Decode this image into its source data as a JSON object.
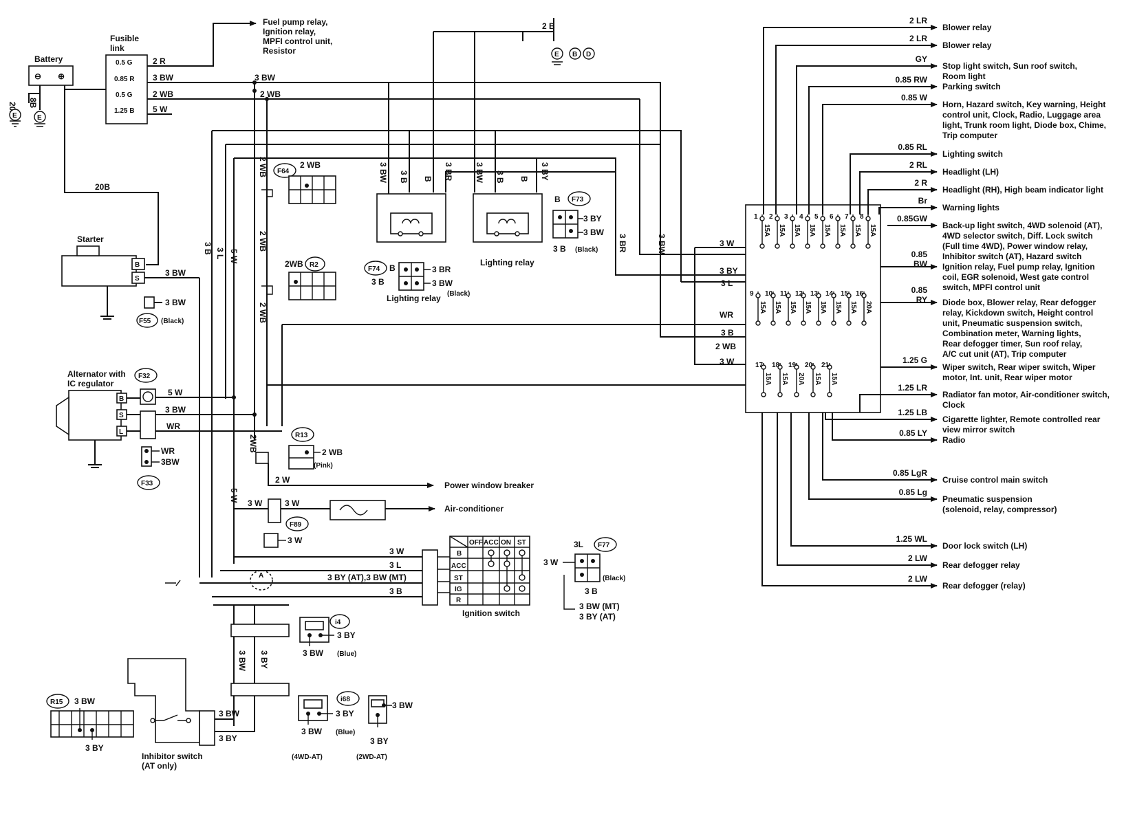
{
  "battery": {
    "title": "Battery",
    "neg": "⊖",
    "pos": "⊕",
    "ground_left": "20B",
    "ground_right": "8B",
    "ground_tag": "E"
  },
  "fusible": {
    "title": "Fusible\nlink",
    "rows": [
      "0.5 G",
      "0.85 R",
      "0.5 G",
      "1.25 B"
    ],
    "outs": [
      "2 R",
      "3 BW",
      "2 WB",
      "5 W"
    ]
  },
  "fuel_dest": "Fuel pump relay,\nIgnition relay,\nMPFI control unit,\nResistor",
  "top": {
    "w_2b": "2 B",
    "grounds": [
      "E",
      "B",
      "D"
    ],
    "w_3bw": "3 BW",
    "w_2wb": "2 WB"
  },
  "wire_20b": "20B",
  "starter": {
    "title": "Starter",
    "b": "B",
    "s": "S",
    "out": "3 BW",
    "f55_wire": "3 BW",
    "f55": "F55",
    "f55_note": "(Black)"
  },
  "vertical": {
    "v_3b": "3 B",
    "v_3l": "3 L",
    "v_5w": "5 W",
    "v_2wb": "2 WB",
    "v_2wb2": "2 WB",
    "v_2wb3": "2 WB",
    "v_5w2": "5 W",
    "v_2wb_low": "2WB"
  },
  "f64": {
    "tag": "F64",
    "wire": "2 WB"
  },
  "r2": {
    "tag": "R2",
    "wire": "2WB"
  },
  "relay1": {
    "w1": "3 BW",
    "w2": "3 B",
    "w3": "B",
    "w4": "3 BR"
  },
  "relay2": {
    "w1": "3 BW",
    "w2": "3 B",
    "w3": "B",
    "w4": "3 BY",
    "title": "Lighting relay"
  },
  "f73": {
    "tag": "F73",
    "b": "B",
    "w1": "3 BY",
    "w2": "3 BW",
    "w3": "3 B",
    "note": "(Black)"
  },
  "f74": {
    "tag": "F74",
    "b": "B",
    "wb": "3 B",
    "w1": "3 BR",
    "w2": "3 BW",
    "title": "Lighting relay",
    "note": "(Black)"
  },
  "mid": {
    "v_3br": "3 BR",
    "v_3bw": "3 BW"
  },
  "alternator": {
    "title": "Alternator with\nIC regulator",
    "f32": "F32",
    "b": "B",
    "s": "S",
    "l": "L",
    "w1": "5 W",
    "w2": "3 BW",
    "w3": "WR",
    "f33": "F33",
    "f33_w1": "WR",
    "f33_w2": "3BW"
  },
  "r13": {
    "tag": "R13",
    "wire": "2 WB",
    "note": "(Pink)",
    "out": "2 W",
    "dest": "Power window breaker"
  },
  "ac": {
    "w1": "3 W",
    "w2": "3 W",
    "dest": "Air-conditioner",
    "f89": "F89",
    "f89_wire": "3 W"
  },
  "ignition": {
    "title": "Ignition switch",
    "head": [
      "OFF",
      "ACC",
      "ON",
      "ST"
    ],
    "rows": [
      "B",
      "ACC",
      "ST",
      "IG",
      "R"
    ],
    "w_b": "3 W",
    "w_acc": "3 L",
    "w_st": "3 BY (AT),3 BW (MT)",
    "w_ig": "3 B",
    "a_tag": "A"
  },
  "f77": {
    "tag": "F77",
    "top": "3L",
    "left": "3 W",
    "bottom": "3 B",
    "note": "(Black)",
    "out1": "3 BW (MT)",
    "out2": "3 BY (AT)"
  },
  "i4": {
    "tag": "i4",
    "w1": "3 BY",
    "w2": "3 BW",
    "note": "(Blue)"
  },
  "lower": {
    "w1": "3 BW",
    "w2": "3 BY"
  },
  "i68": {
    "tag": "i68",
    "w1": "3 BY",
    "w2": "3 BW",
    "note": "(Blue)",
    "sub": "(4WD-AT)"
  },
  "two_wd": {
    "w1": "3 BW",
    "w2": "3 BY",
    "sub": "(2WD-AT)"
  },
  "r15": {
    "tag": "R15",
    "w1": "3 BW",
    "w2": "3 BY"
  },
  "inhibitor": {
    "title": "Inhibitor switch\n(AT only)",
    "w1": "3 BW",
    "w2": "3 BY"
  },
  "fuse_block": {
    "row1": {
      "nums": [
        "1",
        "2",
        "3",
        "4",
        "5",
        "6",
        "7",
        "8"
      ],
      "amps": [
        "15A",
        "15A",
        "15A",
        "15A",
        "15A",
        "15A",
        "15A",
        "15A"
      ]
    },
    "row2": {
      "nums": [
        "9",
        "10",
        "11",
        "12",
        "13",
        "14",
        "15",
        "16"
      ],
      "amps": [
        "15A",
        "15A",
        "15A",
        "15A",
        "15A",
        "15A",
        "15A",
        "20A"
      ]
    },
    "row3": {
      "nums": [
        "17",
        "18",
        "19",
        "20",
        "21"
      ],
      "amps": [
        "15A",
        "15A",
        "20A",
        "15A",
        "15A"
      ]
    },
    "inputs": [
      "3 W",
      "3 BY",
      "3 L",
      "WR",
      "3 B",
      "2 WB",
      "3 W"
    ]
  },
  "outputs": [
    {
      "wire": "2 LR",
      "dest": "Blower relay"
    },
    {
      "wire": "2 LR",
      "dest": "Blower relay"
    },
    {
      "wire": "GY",
      "dest": "Stop light switch, Sun roof switch,\nRoom light"
    },
    {
      "wire": "0.85 RW",
      "dest": "Parking switch"
    },
    {
      "wire": "0.85 W",
      "dest": "Horn, Hazard switch, Key warning, Height\ncontrol unit, Clock, Radio, Luggage area\nlight, Trunk room light, Diode box, Chime,\nTrip computer"
    },
    {
      "wire": "0.85 RL",
      "dest": "Lighting switch"
    },
    {
      "wire": "2 RL",
      "dest": "Headlight (LH)"
    },
    {
      "wire": "2 R",
      "dest": "Headlight (RH), High beam indicator light"
    },
    {
      "wire": "Br",
      "dest": "Warning lights"
    },
    {
      "wire": "0.85GW",
      "dest": "Back-up light switch, 4WD solenoid (AT),\n4WD selector switch, Diff. Lock switch\n(Full time 4WD), Power window relay,\nInhibitor switch (AT), Hazard switch"
    },
    {
      "wire": "0.85\nBW",
      "dest": "Ignition relay, Fuel pump relay, Ignition\ncoil, EGR solenoid, West gate control\nswitch, MPFI control unit"
    },
    {
      "wire": "0.85\nRY",
      "dest": "Diode box, Blower relay, Rear defogger\nrelay, Kickdown switch, Height control\nunit, Pneumatic suspension switch,\nCombination meter, Warning lights,\nRear defogger timer, Sun roof relay,\nA/C cut unit (AT), Trip computer"
    },
    {
      "wire": "1.25 G",
      "dest": "Wiper switch, Rear wiper switch, Wiper\nmotor, Int. unit, Rear wiper motor"
    },
    {
      "wire": "1.25 LR",
      "dest": "Radiator fan motor, Air-conditioner switch,\nClock"
    },
    {
      "wire": "1.25 LB",
      "dest": "Cigarette lighter, Remote controlled rear\nview mirror switch"
    },
    {
      "wire": "0.85 LY",
      "dest": "Radio"
    },
    {
      "wire": "0.85 LgR",
      "dest": "Cruise control main switch"
    },
    {
      "wire": "0.85 Lg",
      "dest": "Pneumatic suspension\n(solenoid, relay, compressor)"
    },
    {
      "wire": "1.25 WL",
      "dest": "Door lock switch (LH)"
    },
    {
      "wire": "2 LW",
      "dest": "Rear defogger relay"
    },
    {
      "wire": "2 LW",
      "dest": "Rear defogger (relay)"
    }
  ]
}
